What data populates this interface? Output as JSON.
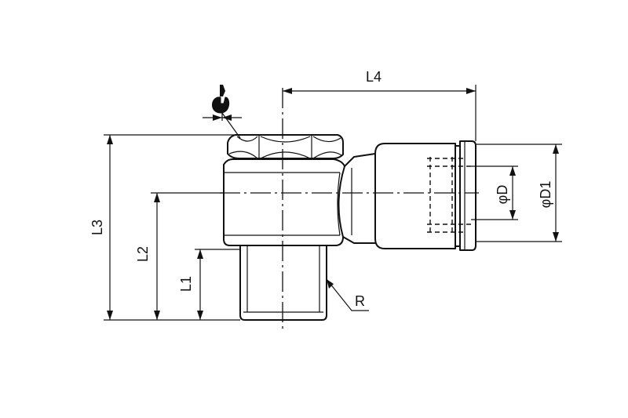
{
  "labels": {
    "l1": "L1",
    "l2": "L2",
    "l3": "L3",
    "l4": "L4",
    "d": "φD",
    "d1": "φD1",
    "r": "R"
  },
  "icons": {
    "wrench": "wrench-icon"
  },
  "colors": {
    "line": "#111111",
    "background": "#ffffff"
  }
}
